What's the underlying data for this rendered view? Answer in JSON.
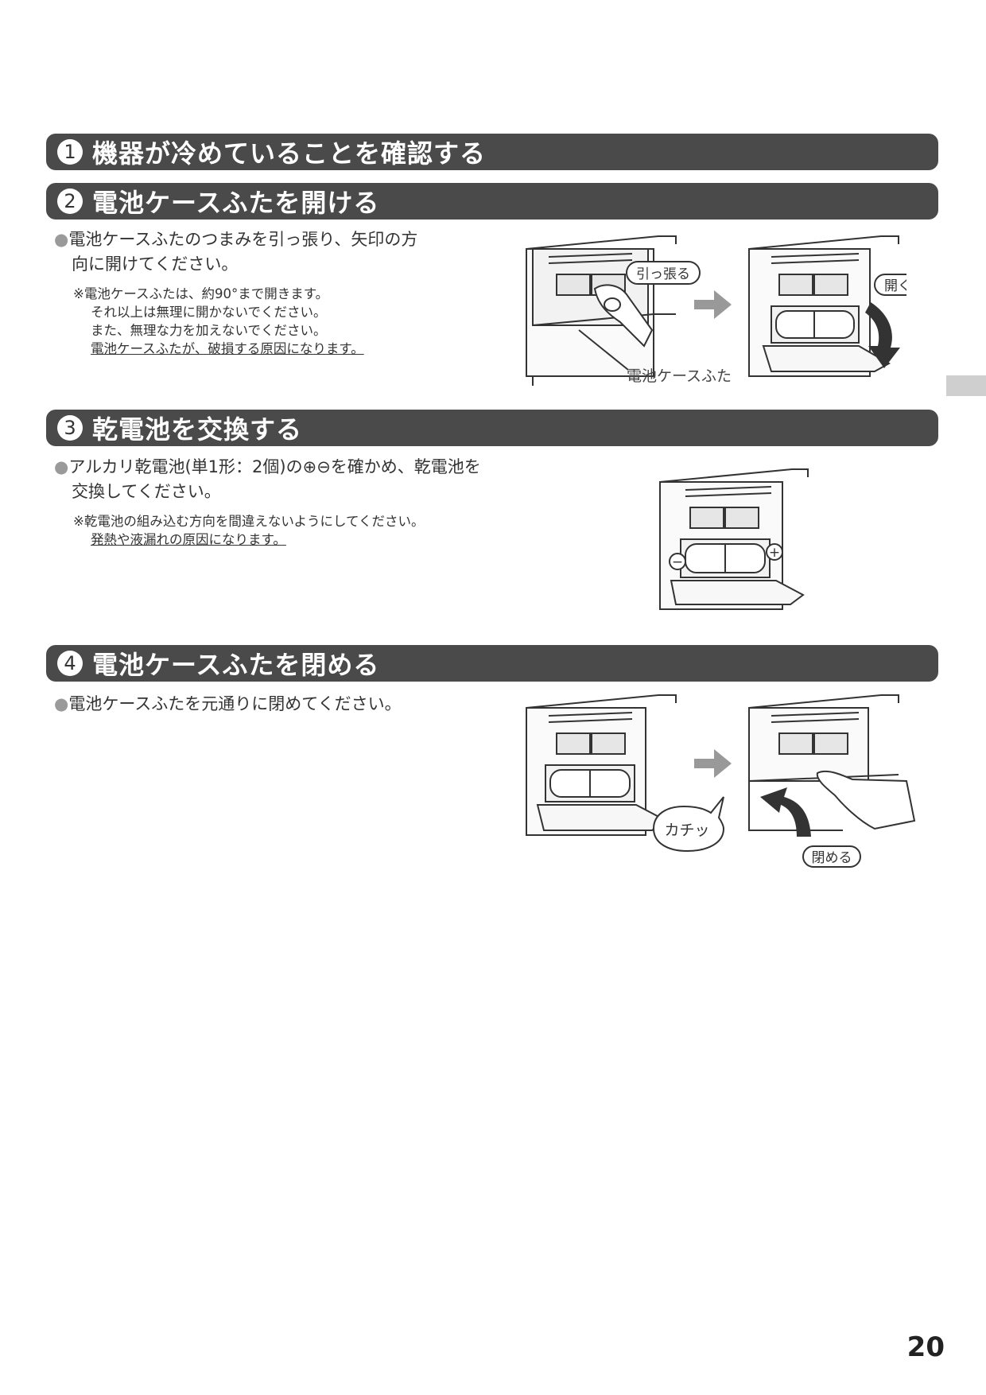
{
  "steps": [
    {
      "num": "1",
      "title": "機器が冷めていることを確認する"
    },
    {
      "num": "2",
      "title": "電池ケースふたを開ける"
    },
    {
      "num": "3",
      "title": "乾電池を交換する"
    },
    {
      "num": "4",
      "title": "電池ケースふたを閉める"
    }
  ],
  "step2": {
    "bullet": "●",
    "line1": "電池ケースふたのつまみを引っ張り、矢印の方",
    "line2": "向に開けてください。",
    "note1": "※電池ケースふたは、約90°まで開きます。",
    "note2": "それ以上は無理に開かないでください。",
    "note3": "また、無理な力を加えないでください。",
    "note4": "電池ケースふたが、破損する原因になります。",
    "label_pull": "引っ張る",
    "label_open": "開く",
    "label_lid": "電池ケースふた"
  },
  "step3": {
    "bullet": "●",
    "line1": "アルカリ乾電池(単1形：2個)の⊕⊖を確かめ、乾電池を",
    "line2": "交換してください。",
    "note1": "※乾電池の組み込む方向を間違えないようにしてください。",
    "note2": "発熱や液漏れの原因になります。",
    "minus": "−",
    "plus": "+"
  },
  "step4": {
    "bullet": "●",
    "line1": "電池ケースふたを元通りに閉めてください。",
    "label_click": "カチッ",
    "label_close": "閉める"
  },
  "page_number": "20",
  "colors": {
    "bar": "#4a4a4a",
    "arrow_gray": "#999999",
    "side_tab": "#cfcfcf"
  }
}
